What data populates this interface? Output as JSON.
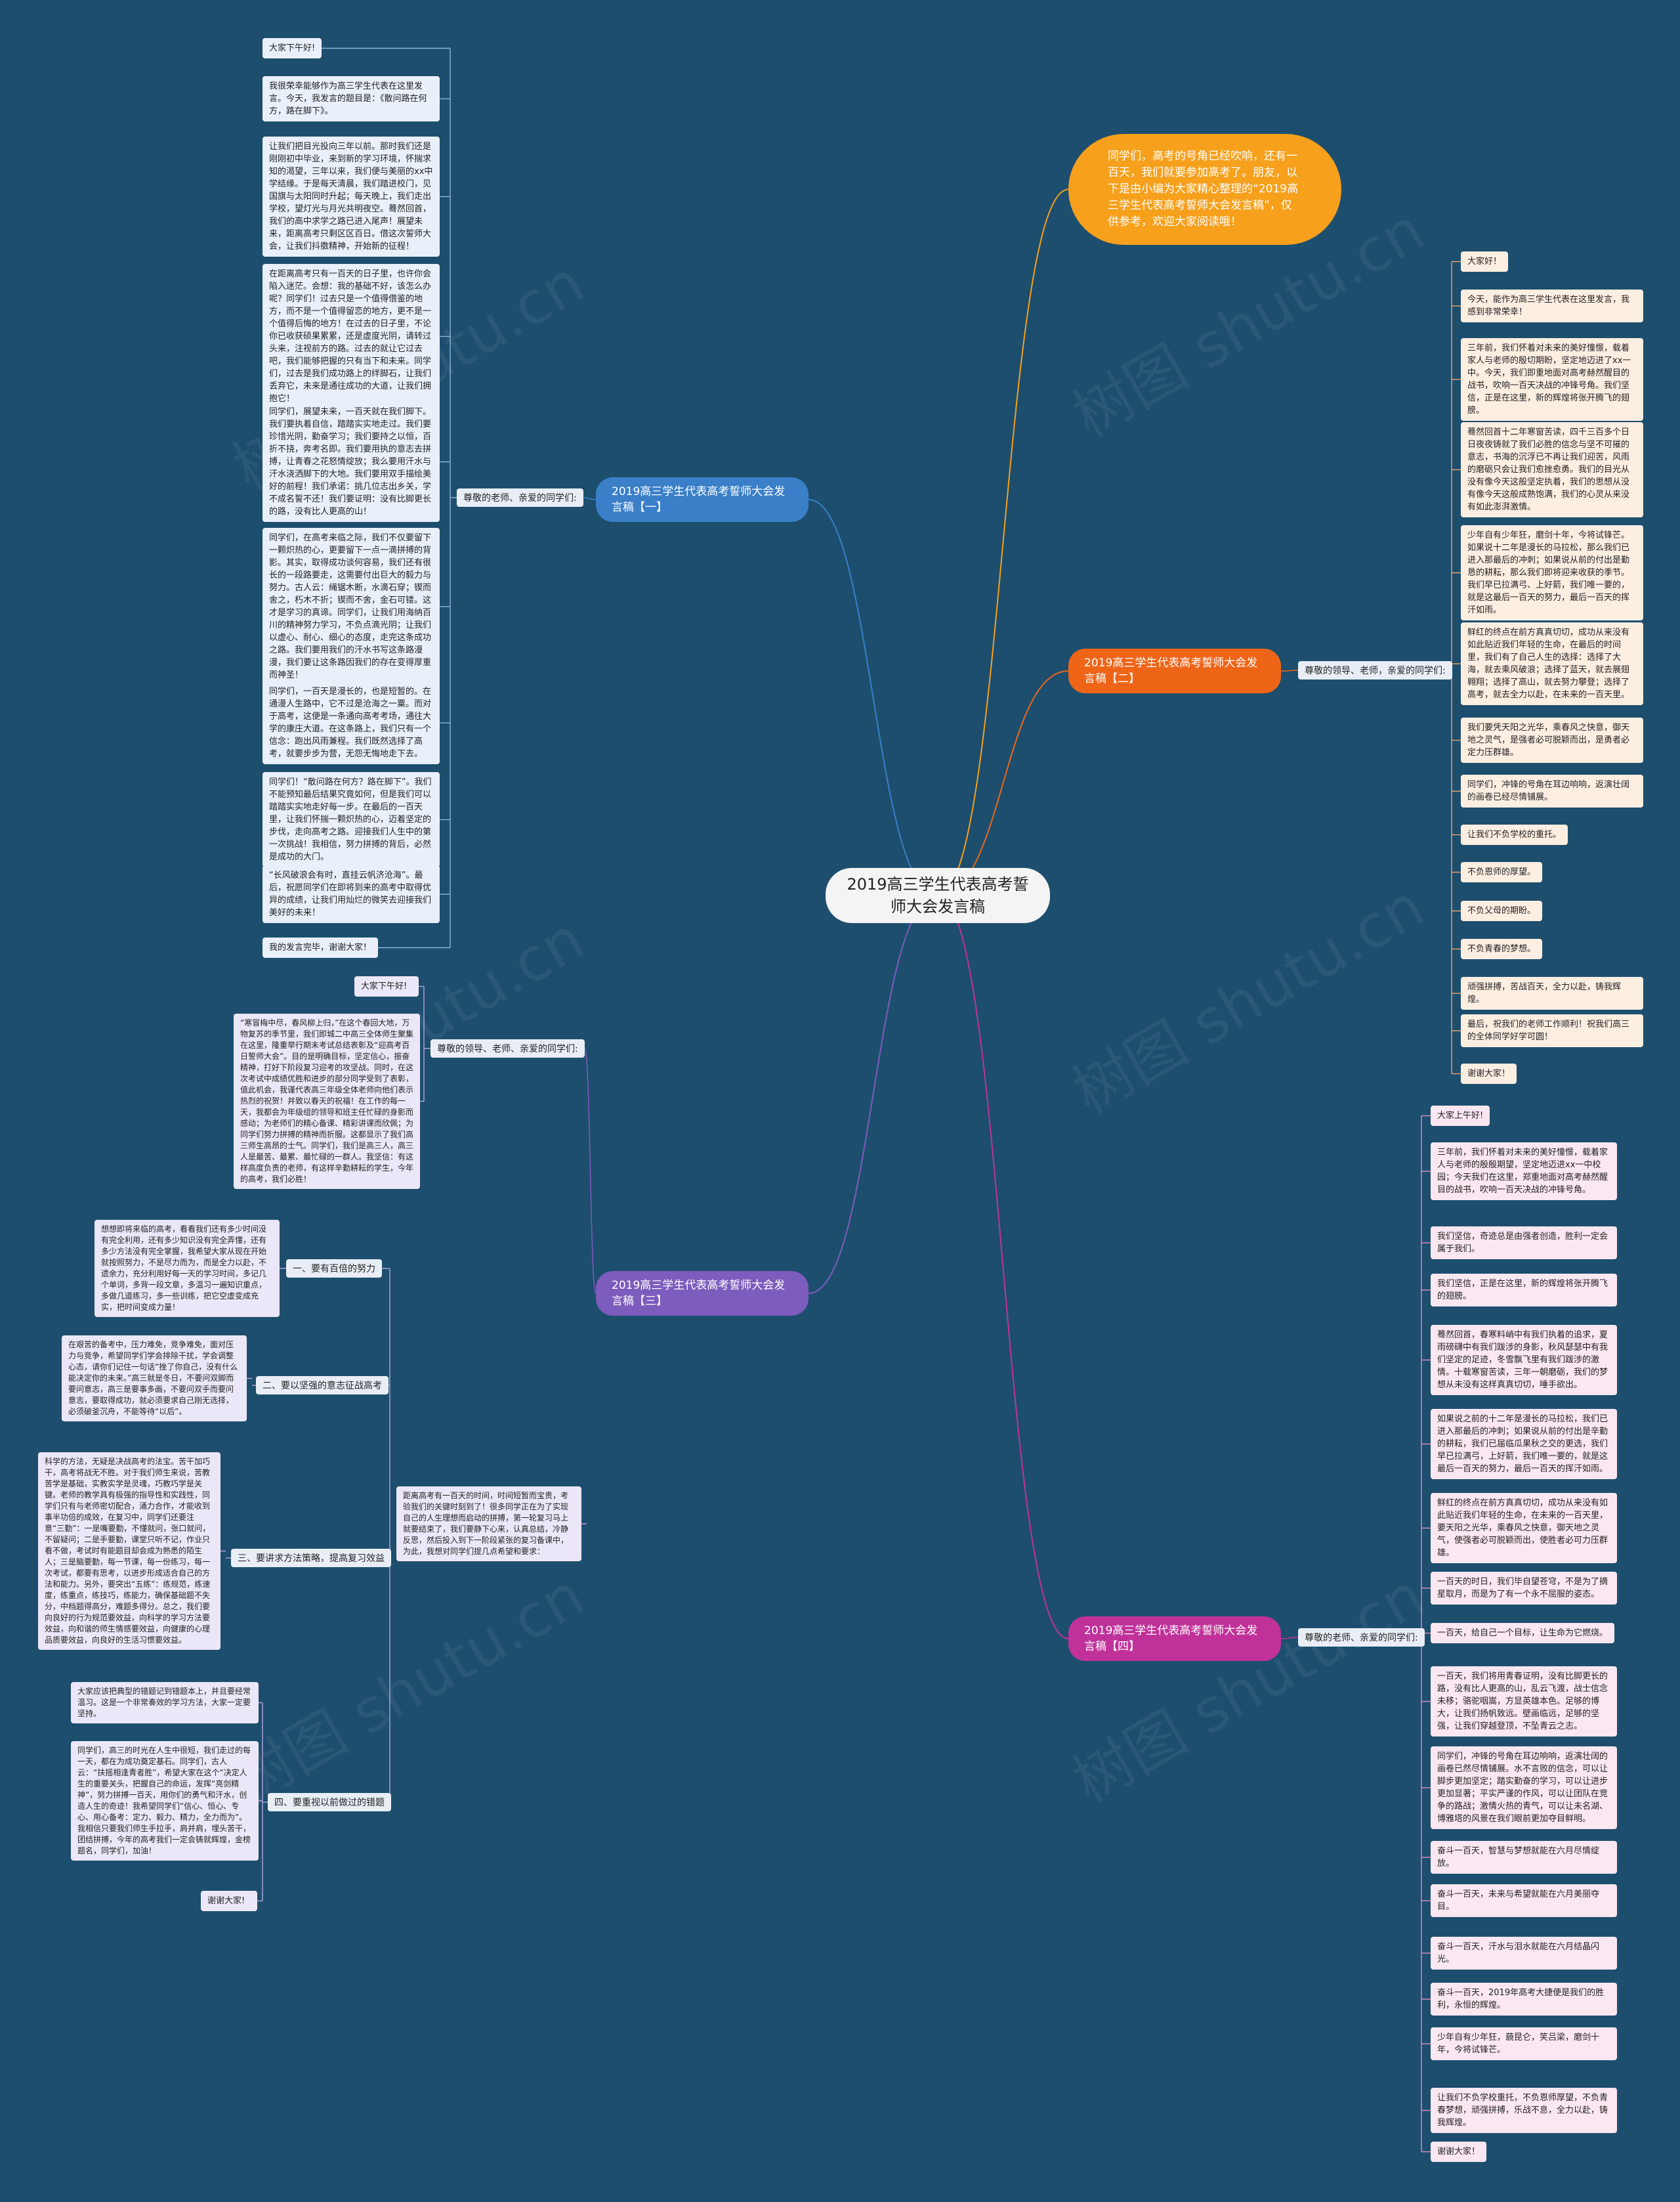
{
  "center": "2019高三学生代表高考誓师大会发言稿",
  "intro": "同学们，高考的号角已经吹响，还有一百天，我们就要参加高考了。朋友，以下是由小编为大家精心整理的“2019高三学生代表高考誓师大会发言稿”，仅供参考，欢迎大家阅读哦！",
  "branches": {
    "one": "2019高三学生代表高考誓师大会发言稿【一】",
    "two": "2019高三学生代表高考誓师大会发言稿【二】",
    "three": "2019高三学生代表高考誓师大会发言稿【三】",
    "four": "2019高三学生代表高考誓师大会发言稿【四】"
  },
  "b1": {
    "label": "尊敬的老师、亲爱的同学们:",
    "items": [
      "大家下午好!",
      "我很荣幸能够作为高三学生代表在这里发言。今天，我发言的题目是：《散问路在何方，路在脚下》。",
      "让我们把目光投向三年以前。那时我们还是刚刚初中毕业，来到新的学习环境，怀揣求知的渴望，三年以来，我们便与美丽的xx中学结缘。于是每天清晨，我们踏进校门，见国旗与太阳同时升起；每天晚上，我们走出学校，望灯光与月光共明夜空。蓦然回首，我们的高中求学之路已进入尾声！展望未来，距离高考只剩区区百日。借这次誓师大会，让我们抖擞精神，开始新的征程！",
      "在距离高考只有一百天的日子里，也许你会陷入迷茫。会想：我的基础不好，该怎么办呢？同学们！过去只是一个值得借鉴的地方，而不是一个值得留恋的地方，更不是一个值得后悔的地方！在过去的日子里，不论你已收获硕果累累，还是虚度光阴，请转过头来，注视前方的路。过去的就让它过去吧，我们能够把握的只有当下和未来。同学们，过去是我们成功路上的绊脚石，让我们丢弃它，未来是通往成功的大道，让我们拥抱它！",
      "同学们，展望未来，一百天就在我们脚下。我们要执着自信，踏踏实实地走过。我们要珍惜光阴，勤奋学习；我们要持之以恒，百折不挠，奔考名即。我们要用执的意志去拼搏，让青春之花怒情绽放；我么要用汗水与汗水浇洒脚下的大地。我们要用双手描绘美好的前程！我们承诺：挑几位志出乡关，学不成名誓不还！我们要证明：没有比脚更长的路，没有比人更高的山！",
      "同学们，在高考来临之际，我们不仅要留下一颗炽热的心，更要留下一点一滴拼搏的背影。其实，取得成功谈何容易，我们还有很长的一段路要走，这需要付出巨大的毅力与努力。古人云：绳锯木断，水滴石穿；锲而舍之，朽木不折；锲而不舍，金石可镂。这才是学习的真谛。同学们，让我们用海纳百川的精神努力学习，不负点滴光阴；让我们以虚心、耐心、细心的态度，走完这条成功之路。我们要用我们的汗水书写这条路漫漫，我们要让这条路因我们的存在变得厚重而神圣！",
      "同学们，一百天是漫长的，也是短暂的。在通漫人生路中，它不过是沧海之一粟。而对于高考，这便是一条通向高考考场，通往大学的康庄大道。在这条路上，我们只有一个信念：跑出风雨兼程。我们既然选择了高考，就要步步为营，无怨无悔地走下去。",
      "同学们！“散问路在何方？路在脚下”。我们不能预知最后结果究竟如何，但是我们可以踏踏实实地走好每一步。在最后的一百天里，让我们怀揣一颗炽热的心，迈着坚定的步伐，走向高考之路。迎接我们人生中的第一次挑战！我相信，努力拼搏的背后，必然是成功的大门。",
      "“长风破浪会有时，直挂云帆济沧海”。最后，祝愿同学们在即将到来的高考中取得优异的成绩，让我们用灿烂的微笑去迎接我们美好的未来！",
      "我的发言完毕，谢谢大家！"
    ]
  },
  "b2": {
    "label": "尊敬的领导、老师，亲爱的同学们:",
    "items": [
      "大家好！",
      "今天，能作为高三学生代表在这里发言，我感到非常荣幸！",
      "三年前，我们怀着对未来的美好憧憬，载着家人与老师的殷切期盼，坚定地迈进了xx一中。今天，我们即重地面对高考赫然醒目的战书，吹响一百天决战的冲锋号角。我们坚信，正是在这里，新的辉煌将张开腾飞的翅膀。",
      "蓦然回首十二年寒窗苦读，四千三百多个日日夜夜铸就了我们必胜的信念与坚不可摧的意志，书海的沉浮已不再让我们迎苦，风雨的磨砺只会让我们愈挫愈勇。我们的目光从没有像今天这般坚定执着，我们的思想从没有像今天这般成熟饱满，我们的心灵从来没有如此澎湃激情。",
      "少年自有少年狂，磨剑十年，今将试锋芒。如果说十二年是漫长的马拉松，那么我们已进入那最后的冲刺；如果说从前的付出是勤恳的耕耘，那么我们即将迎来收获的季节。我们早已拉满弓、上好箭，我们唯一要的，就是这最后一百天的努力，最后一百天的挥汗如雨。",
      "鲜红的终点在前方真真切切，成功从来没有如此贴近我们年轻的生命，在最后的时间里，我们有了自己人生的选择：选择了大海，就去乘风破浪；选择了蓝天，就去展翅翱翔；选择了高山，就去努力攀登；选择了高考，就去全力以赴，在未来的一百天里。",
      "我们要凭天阳之光华，乘春风之快意，御天地之灵气，是强者必可脱颖而出，是勇者必定力压群雄。",
      "同学们，冲锋的号角在耳边响响，返演壮阔的画卷已经尽情铺展。",
      "让我们不负学校的重托。",
      "不负恩师的厚望。",
      "不负父母的期盼。",
      "不负青春的梦想。",
      "顽强拼搏，苦战百天，全力以赴，铸我辉煌。",
      "最后，祝我们的老师工作顺利！祝我们高三的全体同学好学可圆！",
      "谢谢大家！"
    ]
  },
  "b3": {
    "label": "尊敬的领导、老师、亲爱的同学们:",
    "greet": "大家下午好!",
    "body": "“寒冒梅中尽，春风柳上归，”在这个春回大地，万物复苏的季节里，我们即城二中高三全体师生聚集在这里，隆重举行期末考试总结表彰及“迎高考百日誓师大会”。目的是明确目标，坚定信心，振奋精神，打好下阶段复习迎考的攻坚战。同时，在这次考试中成绩优胜和进步的部分同学受到了表彰，值此机会，我谨代表高三年级全体老师向他们表示热烈的祝贺！并致以春天的祝福！在工作的每一天，我都会为年级组的领导和班主任忙碌的身影而感动；为老师们的精心备课、精彩讲课而欣佩；为同学们努力拼搏的精神而折服。这都显示了我们高三师生高昂的士气。同学们，我们是高三人，高三人是最苦、最累、最忙碌的一群人。我坚信：有这样高度负责的老师，有这样辛勤耕耘的学生，今年的高考，我们必胜！",
    "sub_intro": "距离高考有一百天的时间，时间短暂而宝贵，考验我们的关键时刻到了！很多同学正在为了实现自己的人生理想而启动的拼搏，第一轮复习马上就要结束了，我们要静下心来，认真总结，冷静反思，然后投入到下一阶段紧张的复习备课中，为此，我想对同学们提几点希望和要求：",
    "subs": [
      {
        "label": "一、要有百倍的努力",
        "text": "想想即将来临的高考，看看我们还有多少时间没有完全利用，还有多少知识没有完全弄懂，还有多少方法没有完全掌握，我希望大家从现在开始就按照努力，不是尽力而为，而是全力以赴，不遗余力，充分利用好每一天的学习时间，多记几个单词，多背一段文章，多温习一遍知识重点，多做几道练习，多一些训练，把它空虚变成充实，把时间变成力量！"
      },
      {
        "label": "二、要以坚强的意志征战高考",
        "text": "在艰苦的备考中，压力难免，竞争难免，面对压力与竞争，希望同学们学会排除干扰，学会调整心态，请你们记住一句话“挫了你自己，没有什么能决定你的未来。”高三就是冬日，不要问双脚而要问意志，高三是要事多画，不要问双手而要问意志，要取得成功，就必须要求自己刚无选择，必须破釜沉舟，不能等待“以后”。"
      },
      {
        "label": "三、要讲求方法策略，提高复习效益",
        "text": "科学的方法，无疑是决战高考的法宝。苦干加巧干，高考将战无不胜。对于我们师生来说，苦教苦学是基础，实教实学是灵魂，巧教巧学是关键。老师的教学具有极强的指导性和实践性，同学们只有与老师密切配合，涌力合作，才能收到事半功倍的成效，在复习中，同学们还要注意“三勤”：一是嘴要勤，不懂就问，张口就问，不留疑问；二是手要勤，课堂只听不记，作业只看不做，考试时有能题目却会成为熟悉的陌生人；三是脑要勤，每一节课，每一份练习，每一次考试，都要有思考，以进步形成适合自己的方法和能力。另外，要突出“五练”：练规范，练速度，练重点，练技巧，练能力，确保基础题不失分，中档题得高分，难题多得分。总之，我们要向良好的行为规范要效益，向科学的学习方法要效益，向和谐的师生情感要效益，向健康的心理品质要效益，向良好的生活习惯要效益。"
      },
      {
        "label": "四、要重视以前做过的错题",
        "text": "大家应该把典型的错题记到错题本上，并且要经常温习。这是一个非常奏效的学习方法，大家一定要坚持。"
      }
    ],
    "closing": "同学们，高三的时光在人生中很短，我们走过的每一天，都在为成功奠定基石。同学们，古人云：“扶摇相逢青者胜”，希望大家在这个“决定人生的重要关头，把握自己的命运，发挥“亮剑精神”，努力拼搏一百天，用你们的勇气和汗水，创造人生的奇迹！我希望同学们“信心、恒心、专心、用心备考：定力、毅力、精力，全力而为”。我相信只要我们师生手拉手，肩并肩，埋头苦干，团结拼搏，今年的高考我们一定会铸就辉煌，金榜题名，同学们，加油！",
    "thanks": "谢谢大家!"
  },
  "b4": {
    "label": "尊敬的老师、亲爱的同学们:",
    "items": [
      "大家上午好!",
      "三年前，我们怀着对未来的美好憧憬，载着家人与老师的殷殷期望，坚定地迈进xx一中校园；今天我们在这里，郑重地面对高考赫然醒目的战书，吹响一百天决战的冲锋号角。",
      "我们坚信，奇迹总是由强者创造，胜利一定会属于我们。",
      "我们坚信，正是在这里，新的辉煌将张开腾飞的翅膀。",
      "蓦然回首，春寒料峭中有我们执着的追求，夏雨磅礴中有我们跋涉的身影，秋风瑟瑟中有我们坚定的足迹，冬雪飘飞里有我们跋涉的激情。十载寒窗苦读，三年一朝磨砺，我们的梦想从未没有这样真真切切，唾手欲出。",
      "如果说之前的十二年是漫长的马拉松，我们已进入那最后的冲刺；如果说从前的付出是辛勤的耕耘，我们已届临瓜果秋之交的更选，我们早已拉满弓，上好箭，我们唯一要的，就是这最后一百天的努力，最后一百天的挥汗如雨。",
      "鲜红的终点在前方真真切切，成功从来没有如此贴近我们年轻的生命，在未来的一百天里，要天阳之光华，乘春风之快意，御天地之灵气，使强者必可脱颖而出，使胜者必可力压群雄。",
      "一百天的时日，我们毕自望苍穹，不是为了摘星取月，而是为了有一个永不屈服的姿态。",
      "一百天，给自己一个目标，让生命为它燃烧。",
      "一百天，我们将用青春证明，没有比脚更长的路，没有比人更高的山，乱云飞渡，战士信念未移；骆驼咽嵩，方显英雄本色。足够的博大，让我们扬帆致远。壁画临远，足够的坚强，让我们穿越登顶，不坠青云之志。",
      "同学们，冲锋的号角在耳边响响，返演壮阔的画卷已然尽情铺展。水不言败的信念，可以让脚步更加坚定；踏实勤奋的学习，可以让进步更加显著；平实严谨的作风，可以让团队在竞争的路战；激情火热的青气，可以让未名湖、博雅塔的风景在我们眼前更加夺目鲜明。",
      "奋斗一百天，智慧与梦想就能在六月尽情绽放。",
      "奋斗一百天，未来与希望就能在六月美丽夺目。",
      "奋斗一百天，汗水与泪水就能在六月结晶闪光。",
      "奋斗一百天，2019年高考大捷便是我们的胜利，永恒的辉煌。",
      "少年自有少年狂，藐昆仑，笑吕梁，磨剑十年，今将试锋芒。",
      "让我们不负学校重托，不负恩师厚望，不负青春梦想，顽强拼搏，乐战不息，全力以赴，铸我辉煌。",
      "谢谢大家！"
    ]
  },
  "watermark": "树图 shutu.cn",
  "colors": {
    "background": "#1d4e6e",
    "intro": "#f6a01c",
    "b1": "#3a7fc8",
    "b2": "#ee6518",
    "b3": "#7c5cbc",
    "b4": "#c0329a"
  }
}
